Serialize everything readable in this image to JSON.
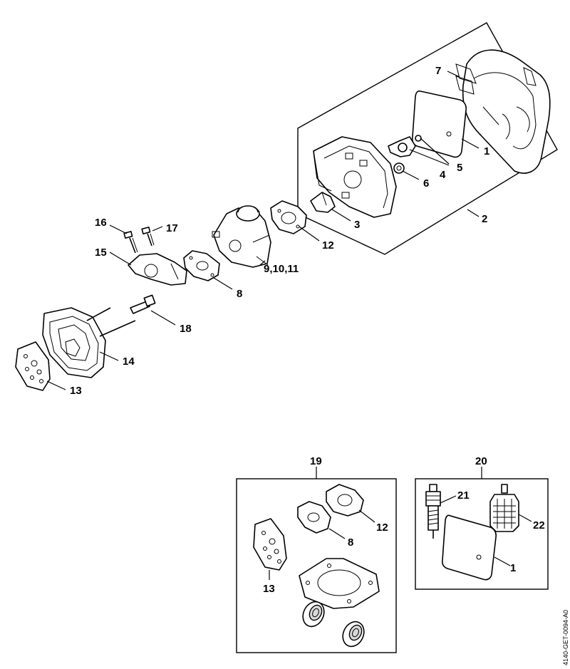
{
  "callouts": {
    "c1": "1",
    "c2": "2",
    "c3": "3",
    "c4": "4",
    "c5": "5",
    "c6": "6",
    "c7": "7",
    "c8": "8",
    "c9_11": "9,10,11",
    "c12": "12",
    "c13": "13",
    "c14": "14",
    "c15": "15",
    "c16": "16",
    "c17": "17",
    "c18": "18",
    "c19": "19",
    "c20": "20",
    "k12": "12",
    "k8": "8",
    "k13": "13",
    "k21": "21",
    "k22": "22",
    "k1": "1"
  },
  "drawing_code": "4140-GET-0094-A0"
}
